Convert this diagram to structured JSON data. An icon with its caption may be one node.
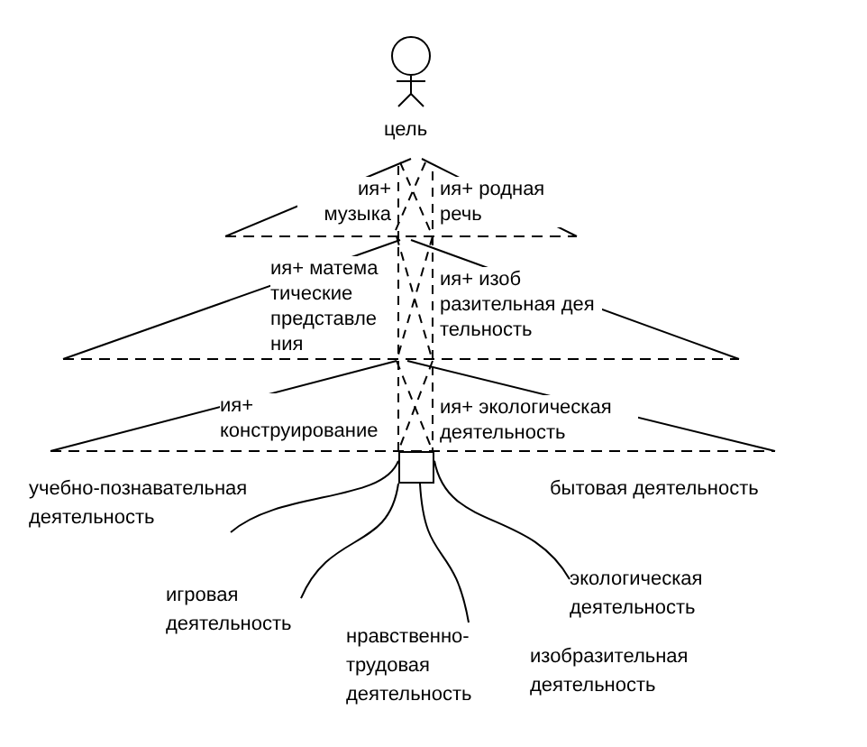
{
  "diagram": {
    "nodes": [
      {
        "text": [
          "цель"
        ]
      },
      {
        "text": [],
        "shape": "box"
      },
      {
        "text": [
          "учебно-познавательная деятельность"
        ]
      },
      {
        "text": [
          "игровая деятельность"
        ]
      },
      {
        "text": [
          "нравственно-трудовая деятельность"
        ]
      },
      {
        "text": [
          "экологическая деятельность"
        ]
      }
    ],
    "edges": [
      {
        "from": 1,
        "to": 2,
        "arrow": "none"
      },
      {
        "from": 1,
        "to": 3,
        "arrow": "none"
      },
      {
        "from": 1,
        "to": 4,
        "arrow": "none"
      },
      {
        "from": 1,
        "to": 5,
        "arrow": "none"
      }
    ],
    "labels": [
      "ия+ музыка",
      "ия+ родная речь",
      "ия+ матема тические представле ния",
      "ия+ изоб разительная дея тельность",
      "ия+ конструирование",
      "ия+ экологическая деятельность",
      "бытовая деятельность",
      "изобразительная деятельность"
    ]
  }
}
